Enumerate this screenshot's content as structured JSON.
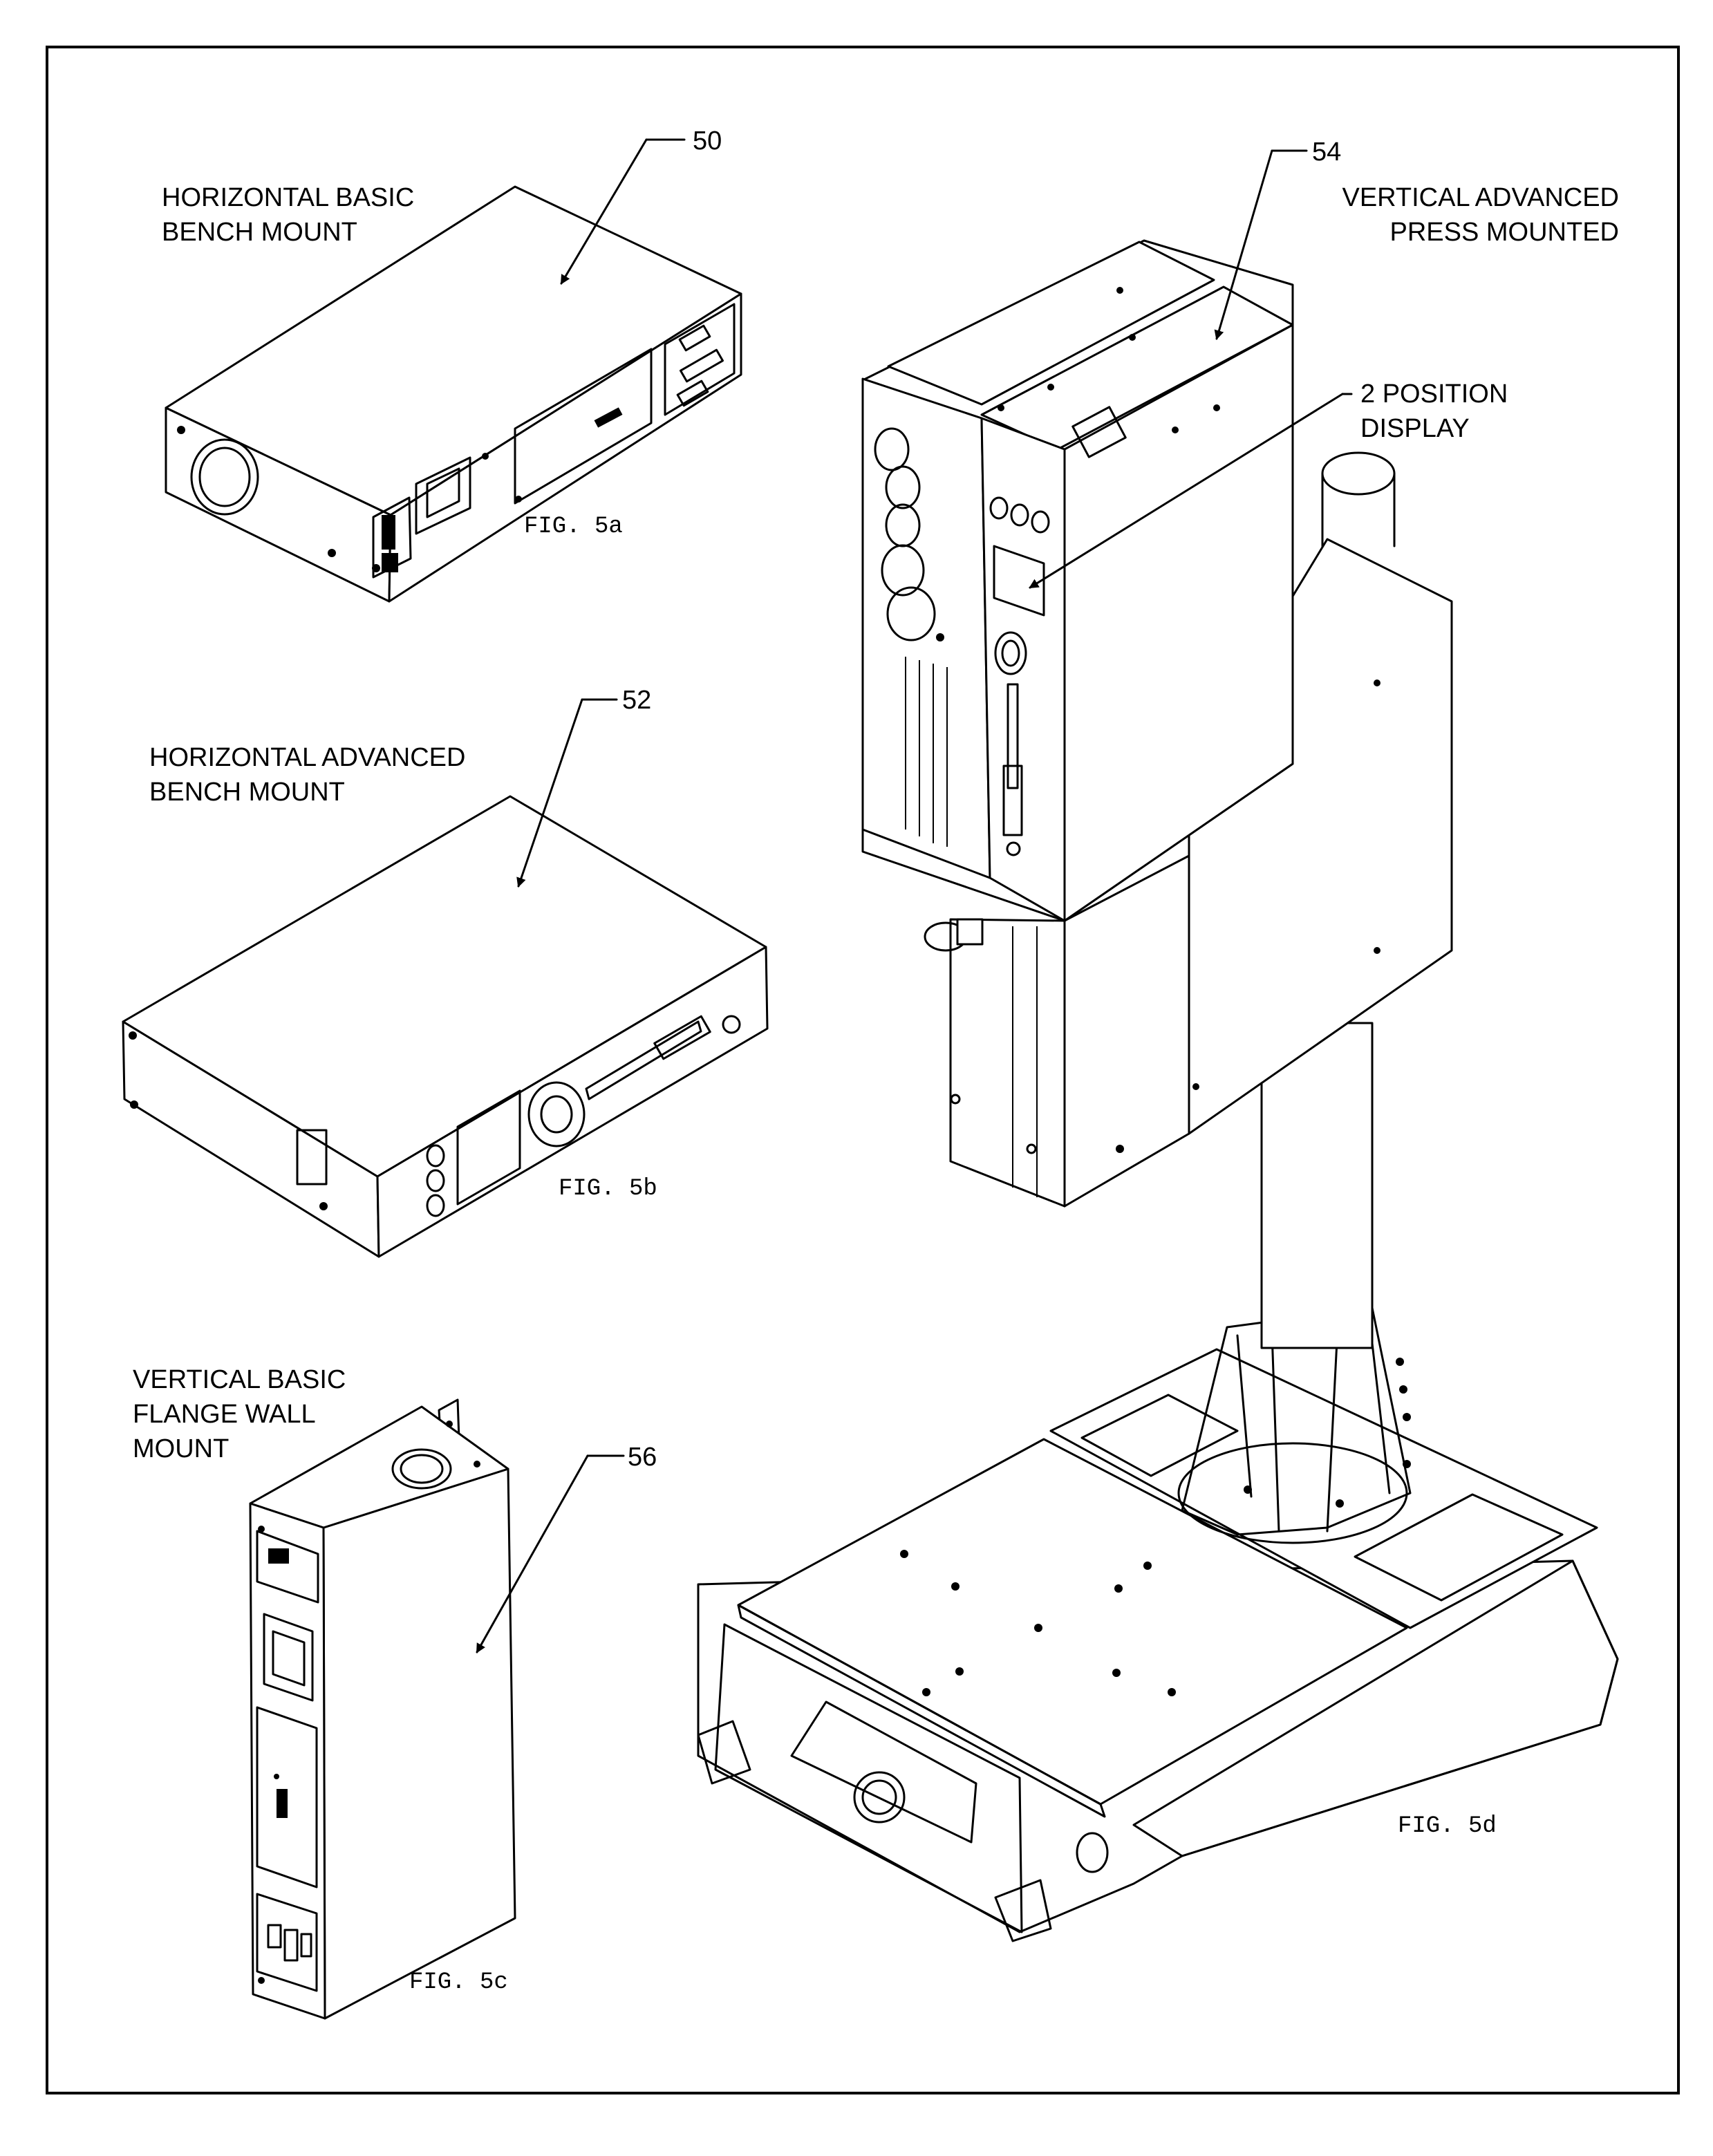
{
  "figures": {
    "fig5a": {
      "caption": "FIG. 5a",
      "ref": "50",
      "label_lines": [
        "HORIZONTAL BASIC",
        "BENCH MOUNT"
      ]
    },
    "fig5b": {
      "caption": "FIG. 5b",
      "ref": "52",
      "label_lines": [
        "HORIZONTAL ADVANCED",
        "BENCH MOUNT"
      ]
    },
    "fig5c": {
      "caption": "FIG. 5c",
      "ref": "56",
      "label_lines": [
        "VERTICAL BASIC",
        "FLANGE WALL",
        "MOUNT"
      ]
    },
    "fig5d": {
      "caption": "FIG. 5d",
      "ref": "54",
      "label_lines": [
        "VERTICAL ADVANCED",
        "PRESS MOUNTED"
      ],
      "display_callout_lines": [
        "2 POSITION",
        "DISPLAY"
      ]
    }
  }
}
